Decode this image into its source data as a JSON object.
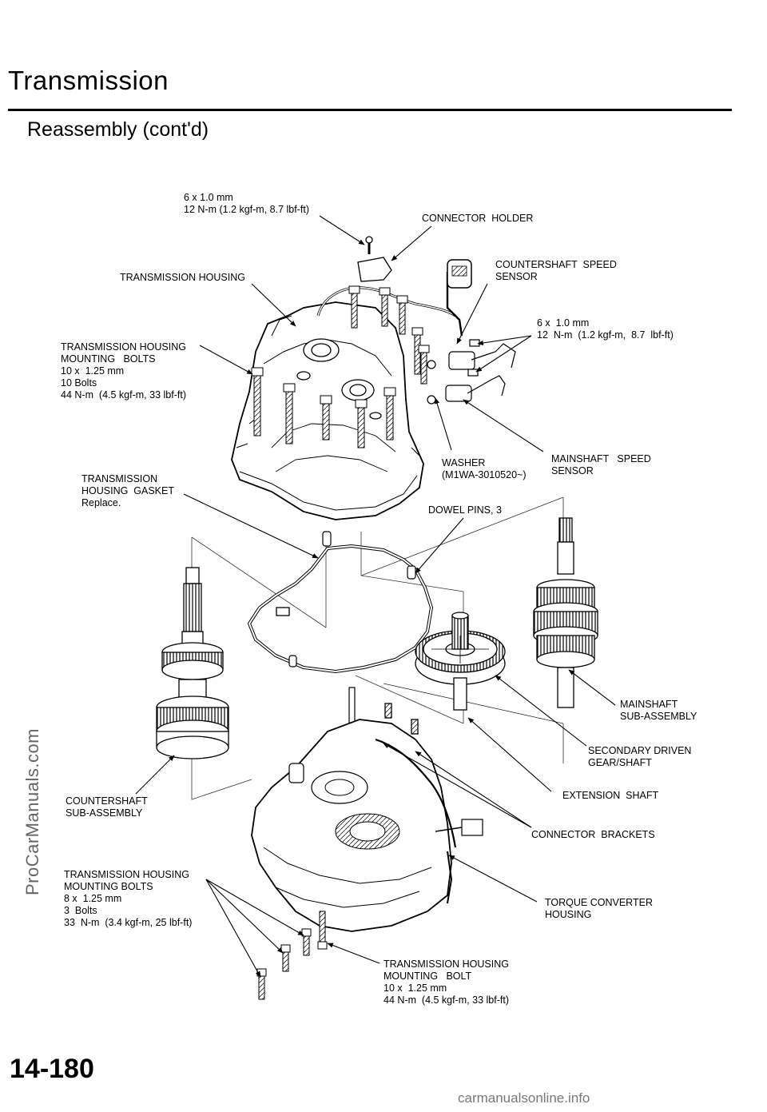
{
  "header": {
    "title": "Transmission",
    "subtitle": "Reassembly (cont'd)"
  },
  "labels": {
    "top_bolt": "6 x 1.0 mm\n12 N-m (1.2 kgf-m, 8.7 lbf-ft)",
    "connector_holder": "CONNECTOR  HOLDER",
    "transmission_housing": "TRANSMISSION HOUSING",
    "countershaft_speed_sensor": "COUNTERSHAFT  SPEED\nSENSOR",
    "sensor_bolt": "6 x  1.0 mm\n12  N-m  (1.2 kgf-m,  8.7  lbf-ft)",
    "housing_bolts_upper": "TRANSMISSION HOUSING\nMOUNTING   BOLTS\n10 x  1.25 mm\n10 Bolts\n44 N-m  (4.5 kgf-m, 33 lbf-ft)",
    "gasket": "TRANSMISSION\nHOUSING  GASKET\nReplace.",
    "washer": "WASHER\n(M1WA-3010520~)",
    "mainshaft_speed_sensor": "MAINSHAFT   SPEED\nSENSOR",
    "dowel_pins": "DOWEL PINS, 3",
    "mainshaft_sub": "MAINSHAFT\nSUB-ASSEMBLY",
    "secondary_driven": "SECONDARY DRIVEN\nGEAR/SHAFT",
    "extension_shaft": "EXTENSION  SHAFT",
    "countershaft_sub": "COUNTERSHAFT\nSUB-ASSEMBLY",
    "connector_brackets": "CONNECTOR  BRACKETS",
    "housing_bolts_lower": "TRANSMISSION HOUSING\nMOUNTING BOLTS\n8 x  1.25 mm\n3  Bolts\n33  N-m  (3.4 kgf-m, 25 lbf-ft)",
    "torque_converter": "TORQUE CONVERTER\nHOUSING",
    "housing_bolt_single": "TRANSMISSION HOUSING\nMOUNTING   BOLT\n10 x  1.25 mm\n44 N-m  (4.5 kgf-m, 33 lbf-ft)"
  },
  "page_number": "14-180",
  "watermark_side": "ProCarManuals.com",
  "watermark_footer": "carmanualsonline.info"
}
